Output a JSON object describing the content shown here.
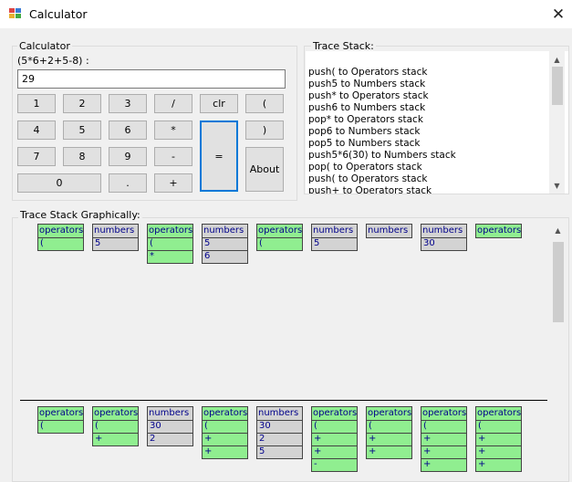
{
  "window": {
    "title": "Calculator",
    "close_glyph": "✕",
    "icon": "calculator-app-icon"
  },
  "calculator": {
    "legend": "Calculator",
    "expression": "(5*6+2+5-8) :",
    "display_value": "29",
    "buttons": {
      "b1": "1",
      "b2": "2",
      "b3": "3",
      "div": "/",
      "clr": "clr",
      "lparen": "(",
      "b4": "4",
      "b5": "5",
      "b6": "6",
      "mul": "*",
      "rparen": ")",
      "b7": "7",
      "b8": "8",
      "b9": "9",
      "minus": "-",
      "eq": "=",
      "about": "About",
      "b0": "0",
      "dot": ".",
      "plus": "+"
    }
  },
  "trace": {
    "legend": "Trace Stack:",
    "lines": [
      "push( to Operators stack",
      "push5 to Numbers stack",
      "push* to Operators stack",
      "push6 to Numbers stack",
      "pop* to Operators stack",
      "pop6 to Numbers stack",
      "pop5 to Numbers stack",
      "push5*6(30) to Numbers stack",
      "pop( to Operators stack",
      "push( to Operators stack",
      "push+ to Operators stack"
    ],
    "scroll_up": "▲",
    "scroll_down": "▼"
  },
  "graph": {
    "legend": "Trace Stack Graphically:",
    "top_row": [
      {
        "kind": "op",
        "header": "operators",
        "cells": [
          "("
        ]
      },
      {
        "kind": "num",
        "header": "numbers",
        "cells": [
          "5"
        ]
      },
      {
        "kind": "op",
        "header": "operators",
        "cells": [
          "(",
          "*"
        ]
      },
      {
        "kind": "num",
        "header": "numbers",
        "cells": [
          "5",
          "6"
        ]
      },
      {
        "kind": "op",
        "header": "operators",
        "cells": [
          "("
        ]
      },
      {
        "kind": "num",
        "header": "numbers",
        "cells": [
          "5"
        ]
      },
      {
        "kind": "num",
        "header": "numbers",
        "cells": []
      },
      {
        "kind": "num",
        "header": "numbers",
        "cells": [
          "30"
        ]
      },
      {
        "kind": "op",
        "header": "operators",
        "cells": []
      }
    ],
    "bottom_row": [
      {
        "kind": "op",
        "header": "operators",
        "cells": [
          "("
        ]
      },
      {
        "kind": "op",
        "header": "operators",
        "cells": [
          "(",
          "+"
        ]
      },
      {
        "kind": "num",
        "header": "numbers",
        "cells": [
          "30",
          "2"
        ]
      },
      {
        "kind": "op",
        "header": "operators",
        "cells": [
          "(",
          "+",
          "+"
        ]
      },
      {
        "kind": "num",
        "header": "numbers",
        "cells": [
          "30",
          "2",
          "5"
        ]
      },
      {
        "kind": "op",
        "header": "operators",
        "cells": [
          "(",
          "+",
          "+",
          "-"
        ]
      },
      {
        "kind": "op",
        "header": "operators",
        "cells": [
          "(",
          "+",
          "+"
        ]
      },
      {
        "kind": "op",
        "header": "operators",
        "cells": [
          "(",
          "+",
          "+",
          "+"
        ]
      },
      {
        "kind": "op",
        "header": "operators",
        "cells": [
          "(",
          "+",
          "+",
          "+"
        ]
      }
    ],
    "scroll_up": "▲"
  },
  "colors": {
    "operators_bg": "#90ee90",
    "numbers_bg": "#d3d3d3",
    "stack_text": "#00008b",
    "accent": "#0078d7"
  }
}
